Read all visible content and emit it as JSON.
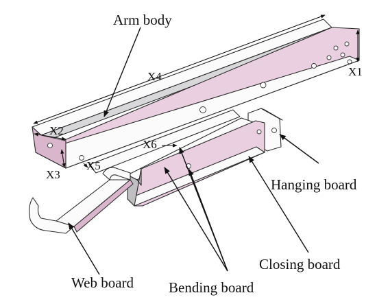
{
  "labels": {
    "arm_body": "Arm body",
    "hanging_board": "Hanging board",
    "closing_board": "Closing board",
    "web_board": "Web board",
    "bending_board": "Bending board"
  },
  "dimensions": {
    "x1": "X1",
    "x2": "X2",
    "x3": "X3",
    "x4": "X4",
    "x5": "X5",
    "x6": "X6"
  },
  "colors": {
    "part_face": "#e9cfe0",
    "edge": "#2a2a2a",
    "sheet": "#fbfbfb"
  }
}
